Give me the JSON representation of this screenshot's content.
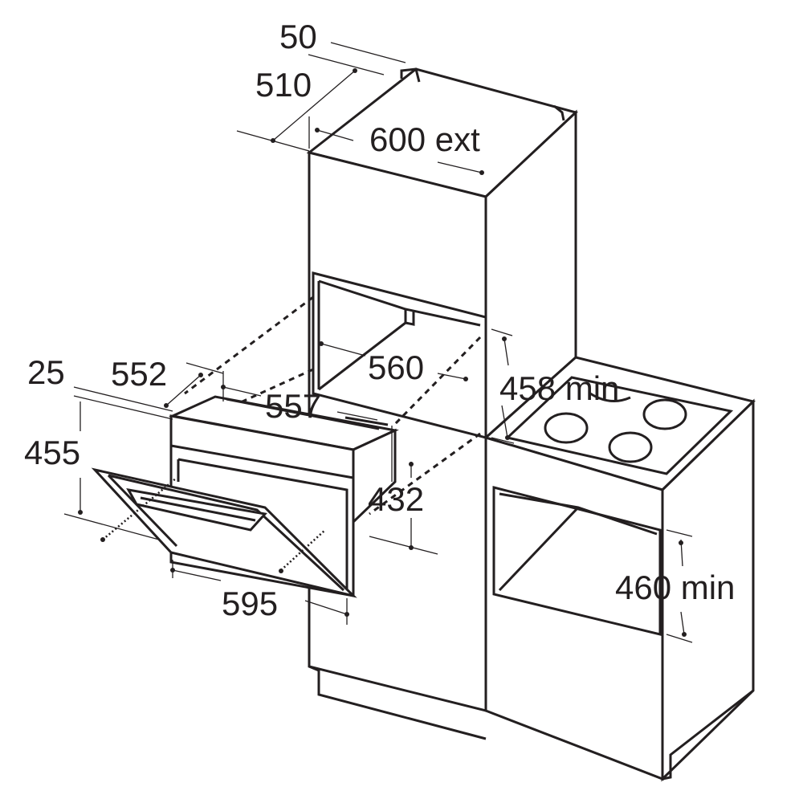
{
  "colors": {
    "line": "#231f20",
    "background": "#ffffff"
  },
  "dimensions": {
    "top_gap": "50",
    "cabinet_depth": "510",
    "cabinet_width_ext": "600 ext",
    "niche_width": "560",
    "niche_height": "458 min",
    "oven_bezel": "25",
    "oven_body_depth": "552",
    "oven_body_width": "557",
    "oven_height": "455",
    "oven_body_height": "432",
    "oven_front_width": "595",
    "under_counter_height": "460 min"
  }
}
